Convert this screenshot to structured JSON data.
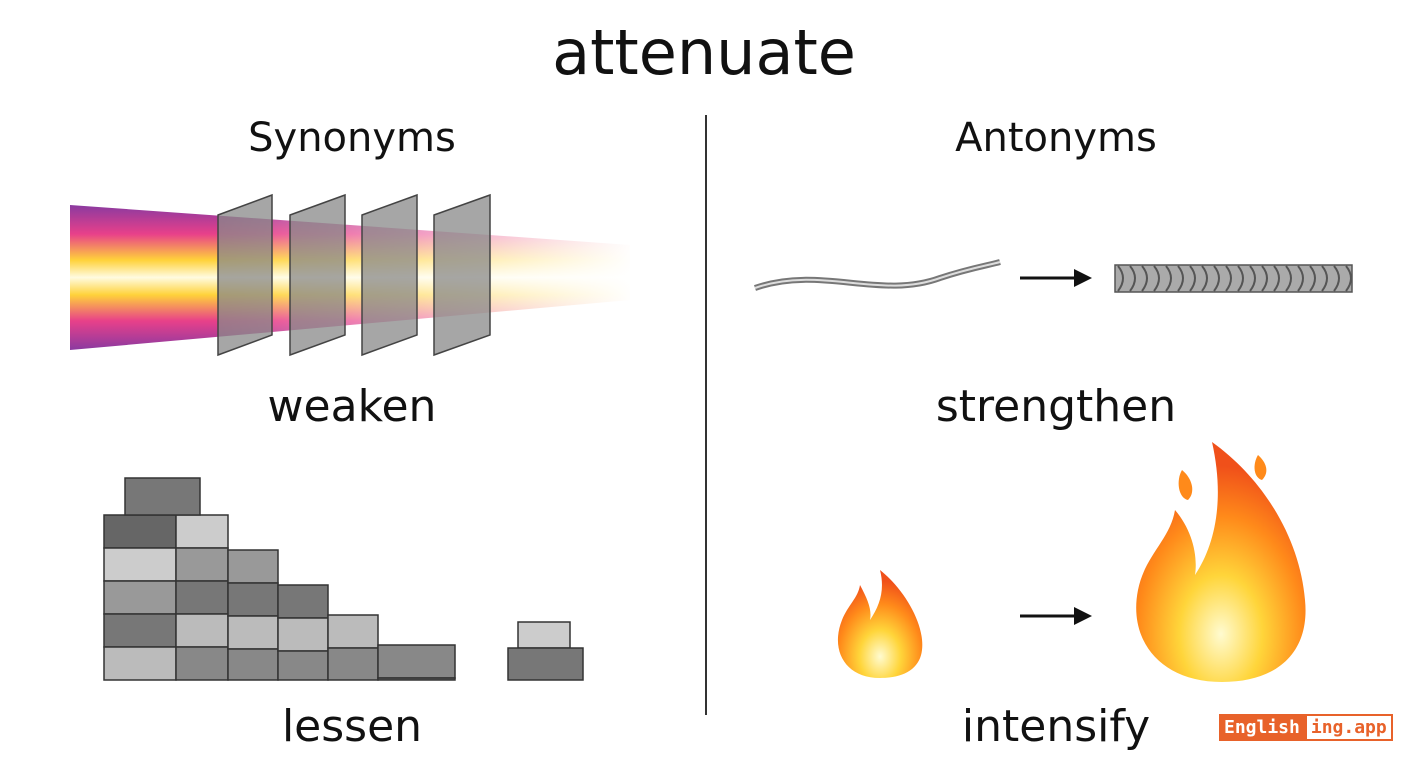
{
  "title": "attenuate",
  "synonyms": {
    "heading": "Synonyms",
    "words": [
      "weaken",
      "lessen"
    ]
  },
  "antonyms": {
    "heading": "Antonyms",
    "words": [
      "strengthen",
      "intensify"
    ]
  },
  "logo": {
    "part1": "English",
    "part2": "ing.app"
  },
  "colors": {
    "accent": "#e8622a"
  }
}
